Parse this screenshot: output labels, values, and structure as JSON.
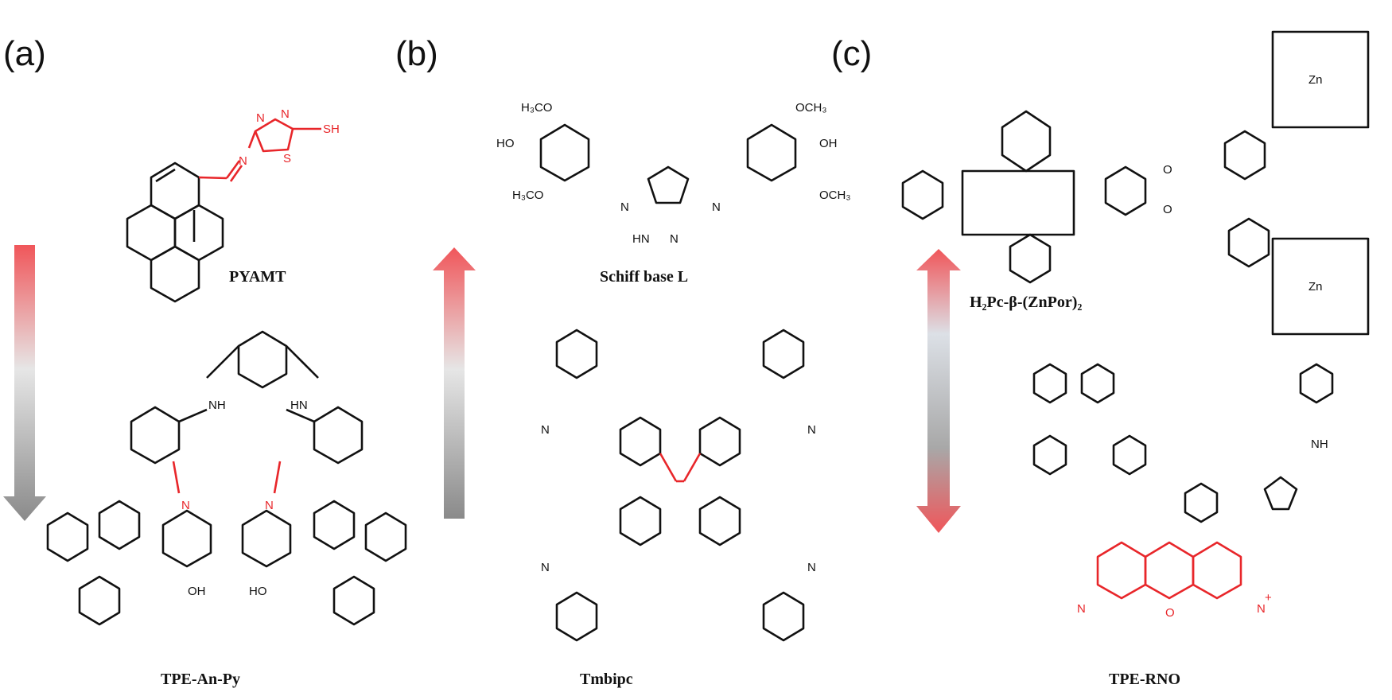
{
  "panels": [
    {
      "label": "(a)",
      "compounds": [
        "PYAMT",
        "TPE-An-Py"
      ],
      "arrow": "down"
    },
    {
      "label": "(b)",
      "compounds": [
        "Schiff base L",
        "Tmbipc"
      ],
      "arrow": "up"
    },
    {
      "label": "(c)",
      "compounds": [
        "H₂Pc-β-(ZnPor)₂",
        "TPE-RNO"
      ],
      "arrow": "double"
    }
  ],
  "colors": {
    "highlight": "#e8262a",
    "arrow_top": "#f0565a",
    "arrow_mid": "#dcdcdc",
    "arrow_bottom": "#8a8a8a",
    "bond": "#111111"
  }
}
